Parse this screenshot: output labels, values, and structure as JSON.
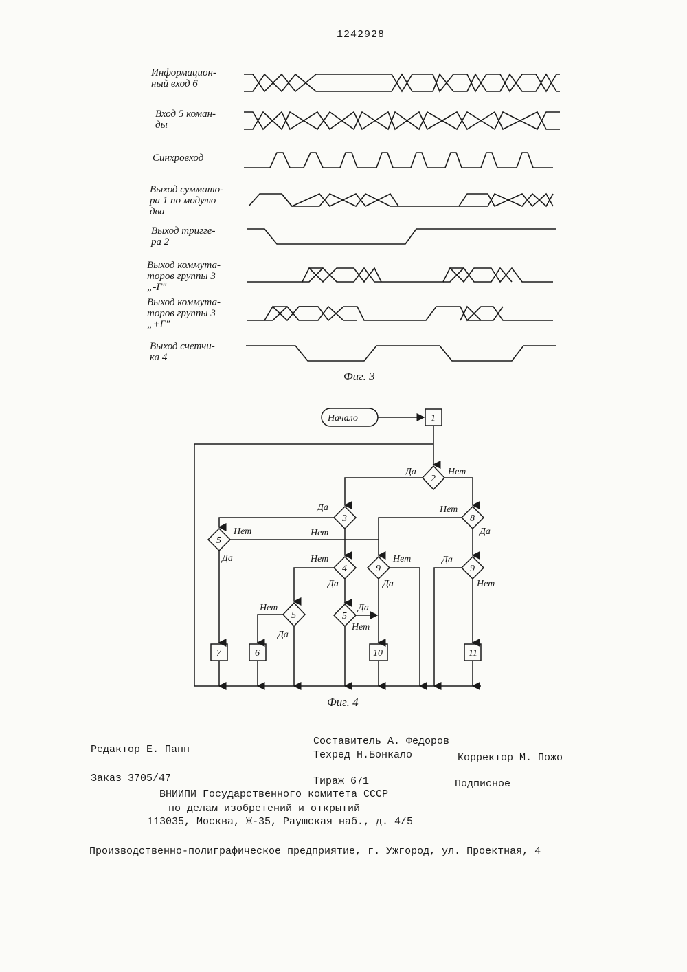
{
  "patent_number": "1242928",
  "figure3": {
    "caption": "Фиг. 3",
    "signals": [
      {
        "label": "Информацион-\nный вход 6"
      },
      {
        "label": "Вход 5 коман-\nды"
      },
      {
        "label": "Синхровход"
      },
      {
        "label": "Выход суммато-\nра 1 по модулю\nдва"
      },
      {
        "label": "Выход тригге-\nра 2"
      },
      {
        "label": "Выход коммута-\nторов группы 3\n„-Г\""
      },
      {
        "label": "Выход коммута-\nторов группы 3\n„+Г\""
      },
      {
        "label": "Выход счетчи-\nка 4"
      }
    ]
  },
  "figure4": {
    "caption": "Фиг. 4",
    "start_label": "Начало",
    "yes": "Да",
    "no": "Нет",
    "blocks": [
      "1",
      "2",
      "3",
      "8",
      "5",
      "4",
      "9",
      "9",
      "5",
      "5",
      "7",
      "6",
      "10",
      "11"
    ]
  },
  "colophon": {
    "editor": "Редактор Е. Папп",
    "compiler": "Составитель А. Федоров",
    "techred": "Техред Н.Бонкало",
    "corrector": "Корректор  М. Пожо",
    "order": "Заказ 3705/47",
    "circulation": "Тираж 671",
    "subscription": "Подписное",
    "org_line1": "ВНИИПИ Государственного комитета СССР",
    "org_line2": "по делам изобретений и открытий",
    "org_line3": "113035, Москва, Ж-35, Раушская наб., д. 4/5",
    "printer": "Производственно-полиграфическое предприятие, г. Ужгород, ул. Проектная, 4"
  }
}
